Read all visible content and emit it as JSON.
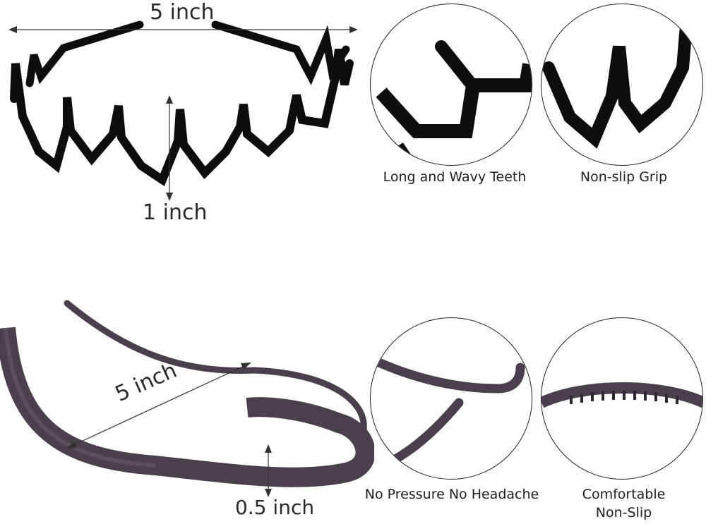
{
  "top": {
    "width_label": "5 inch",
    "height_label": "1 inch",
    "captions": [
      "Long and Wavy Teeth",
      "Non-slip Grip"
    ]
  },
  "bottom": {
    "length_label": "5 inch",
    "width_label": "0.5 inch",
    "captions": [
      "No Pressure No Headache",
      "Comfortable",
      "Non-Slip"
    ]
  },
  "colors": {
    "comb_band": "#0d0d0d",
    "flat_band": "#4a3f4c",
    "arrow": "#333333"
  }
}
